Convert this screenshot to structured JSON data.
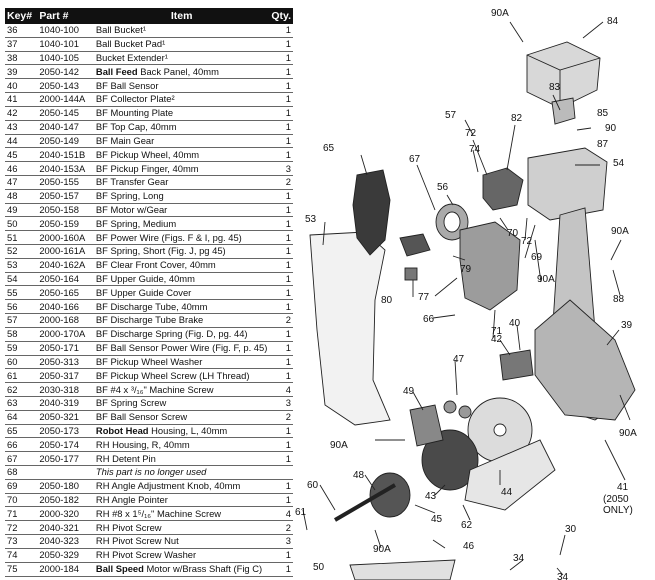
{
  "table": {
    "headers": {
      "key": "Key#",
      "part": "Part #",
      "item": "Item",
      "qty": "Qty."
    },
    "rows": [
      {
        "key": "36",
        "part": "1040-100",
        "bold": "",
        "item": "Ball Bucket¹",
        "qty": "1"
      },
      {
        "key": "37",
        "part": "1040-101",
        "bold": "",
        "item": "Ball Bucket Pad¹",
        "qty": "1"
      },
      {
        "key": "38",
        "part": "1040-105",
        "bold": "",
        "item": "Bucket Extender¹",
        "qty": "1"
      },
      {
        "key": "39",
        "part": "2050-142",
        "bold": "Ball Feed",
        "item": " Back Panel, 40mm",
        "qty": "1"
      },
      {
        "key": "40",
        "part": "2050-143",
        "bold": "",
        "item": "BF Ball Sensor",
        "qty": "1"
      },
      {
        "key": "41",
        "part": "2000-144A",
        "bold": "",
        "item": "BF Collector Plate²",
        "qty": "1"
      },
      {
        "key": "42",
        "part": "2050-145",
        "bold": "",
        "item": "BF Mounting Plate",
        "qty": "1"
      },
      {
        "key": "43",
        "part": "2040-147",
        "bold": "",
        "item": "BF Top Cap, 40mm",
        "qty": "1"
      },
      {
        "key": "44",
        "part": "2050-149",
        "bold": "",
        "item": "BF Main Gear",
        "qty": "1"
      },
      {
        "key": "45",
        "part": "2040-151B",
        "bold": "",
        "item": "BF Pickup Wheel, 40mm",
        "qty": "1"
      },
      {
        "key": "46",
        "part": "2040-153A",
        "bold": "",
        "item": "BF Pickup Finger, 40mm",
        "qty": "3"
      },
      {
        "key": "47",
        "part": "2050-155",
        "bold": "",
        "item": "BF Transfer Gear",
        "qty": "2"
      },
      {
        "key": "48",
        "part": "2050-157",
        "bold": "",
        "item": "BF Spring, Long",
        "qty": "1"
      },
      {
        "key": "49",
        "part": "2050-158",
        "bold": "",
        "item": "BF Motor w/Gear",
        "qty": "1"
      },
      {
        "key": "50",
        "part": "2050-159",
        "bold": "",
        "item": "BF Spring, Medium",
        "qty": "1"
      },
      {
        "key": "51",
        "part": "2000-160A",
        "bold": "",
        "item": "BF Power Wire (Figs. F & I, pg. 45)",
        "qty": "1"
      },
      {
        "key": "52",
        "part": "2000-161A",
        "bold": "",
        "item": "BF Spring, Short (Fig. J, pg 45)",
        "qty": "1"
      },
      {
        "key": "53",
        "part": "2040-162A",
        "bold": "",
        "item": "BF Clear Front Cover, 40mm",
        "qty": "1"
      },
      {
        "key": "54",
        "part": "2050-164",
        "bold": "",
        "item": "BF Upper Guide, 40mm",
        "qty": "1"
      },
      {
        "key": "55",
        "part": "2050-165",
        "bold": "",
        "item": "BF Upper Guide Cover",
        "qty": "1"
      },
      {
        "key": "56",
        "part": "2040-166",
        "bold": "",
        "item": "BF Discharge Tube, 40mm",
        "qty": "1"
      },
      {
        "key": "57",
        "part": "2000-168",
        "bold": "",
        "item": "BF Discharge Tube Brake",
        "qty": "2"
      },
      {
        "key": "58",
        "part": "2000-170A",
        "bold": "",
        "item": "BF Discharge Spring (Fig. D, pg. 44)",
        "qty": "1"
      },
      {
        "key": "59",
        "part": "2050-171",
        "bold": "",
        "item": "BF Ball Sensor Power Wire (Fig. F, p. 45)",
        "qty": "1"
      },
      {
        "key": "60",
        "part": "2050-313",
        "bold": "",
        "item": "BF Pickup Wheel Washer",
        "qty": "1"
      },
      {
        "key": "61",
        "part": "2050-317",
        "bold": "",
        "item": "BF Pickup Wheel Screw (LH Thread)",
        "qty": "1"
      },
      {
        "key": "62",
        "part": "2030-318",
        "bold": "",
        "item": "BF #4 x ³/₁₆\" Machine Screw",
        "qty": "4"
      },
      {
        "key": "63",
        "part": "2040-319",
        "bold": "",
        "item": "BF Spring Screw",
        "qty": "3"
      },
      {
        "key": "64",
        "part": "2050-321",
        "bold": "",
        "item": "BF Ball Sensor Screw",
        "qty": "2"
      },
      {
        "key": "65",
        "part": "2050-173",
        "bold": "Robot Head",
        "item": " Housing, L, 40mm",
        "qty": "1"
      },
      {
        "key": "66",
        "part": "2050-174",
        "bold": "",
        "item": "RH Housing, R, 40mm",
        "qty": "1"
      },
      {
        "key": "67",
        "part": "2050-177",
        "bold": "",
        "item": "RH Detent Pin",
        "qty": "1"
      },
      {
        "key": "68",
        "part": "",
        "bold": "",
        "item": "This part is no longer used",
        "qty": "",
        "unused": true
      },
      {
        "key": "69",
        "part": "2050-180",
        "bold": "",
        "item": "RH Angle Adjustment Knob, 40mm",
        "qty": "1"
      },
      {
        "key": "70",
        "part": "2050-182",
        "bold": "",
        "item": "RH Angle Pointer",
        "qty": "1"
      },
      {
        "key": "71",
        "part": "2000-320",
        "bold": "",
        "item": "RH #8 x 1⁵/₁₆\" Machine Screw",
        "qty": "4"
      },
      {
        "key": "72",
        "part": "2040-321",
        "bold": "",
        "item": "RH Pivot Screw",
        "qty": "2"
      },
      {
        "key": "73",
        "part": "2040-323",
        "bold": "",
        "item": "RH Pivot Screw Nut",
        "qty": "3"
      },
      {
        "key": "74",
        "part": "2050-329",
        "bold": "",
        "item": "RH Pivot Screw Washer",
        "qty": "1"
      },
      {
        "key": "75",
        "part": "2000-184",
        "bold": "Ball Speed",
        "item": " Motor w/Brass Shaft (Fig C)",
        "qty": "1"
      }
    ]
  },
  "diagram": {
    "callouts": [
      "90A",
      "84",
      "83",
      "85",
      "90",
      "87",
      "57",
      "72",
      "82",
      "54",
      "74",
      "65",
      "67",
      "56",
      "53",
      "70",
      "72",
      "69",
      "90A",
      "90A",
      "88",
      "79",
      "80",
      "77",
      "66",
      "71",
      "40",
      "39",
      "42",
      "47",
      "49",
      "90A",
      "48",
      "60",
      "43",
      "44",
      "62",
      "45",
      "61",
      "46",
      "90A",
      "50",
      "41",
      "(2050",
      "ONLY)",
      "90A",
      "30",
      "34",
      "34"
    ]
  }
}
